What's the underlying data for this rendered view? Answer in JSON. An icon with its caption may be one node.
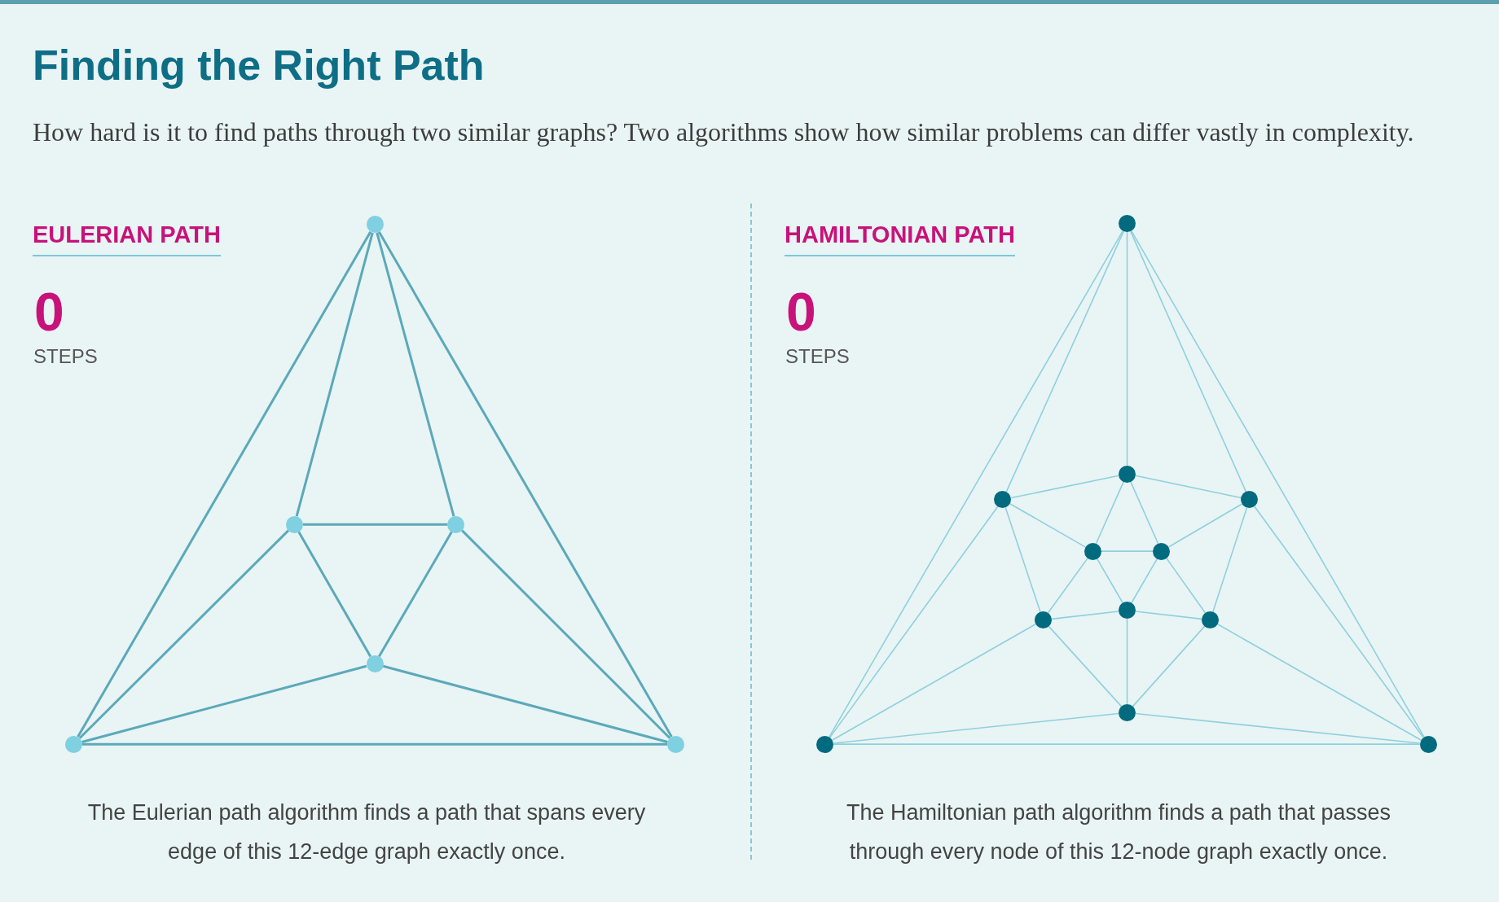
{
  "diagram": {
    "title": "Finding the Right Path",
    "caption": "How hard is it to find paths through two similar graphs? Two algorithms show how similar problems can differ vastly in complexity.",
    "nodes": [
      {
        "text": [],
        "shape": "circle"
      },
      {
        "text": [],
        "shape": "circle"
      },
      {
        "text": [],
        "shape": "circle"
      },
      {
        "text": [],
        "shape": "circle"
      },
      {
        "text": [],
        "shape": "circle"
      },
      {
        "text": [],
        "shape": "circle"
      },
      {
        "text": [],
        "shape": "circle"
      },
      {
        "text": [],
        "shape": "circle"
      },
      {
        "text": [],
        "shape": "circle"
      },
      {
        "text": [],
        "shape": "circle"
      },
      {
        "text": [],
        "shape": "circle"
      },
      {
        "text": [],
        "shape": "circle"
      },
      {
        "text": [],
        "shape": "circle"
      },
      {
        "text": [],
        "shape": "circle"
      },
      {
        "text": [],
        "shape": "circle"
      },
      {
        "text": [],
        "shape": "circle"
      },
      {
        "text": [],
        "shape": "circle"
      },
      {
        "text": [],
        "shape": "circle"
      }
    ],
    "edges": [
      {
        "from": 0,
        "to": 4,
        "arrow": "none",
        "color": "#5ba9b9"
      },
      {
        "from": 0,
        "to": 5,
        "arrow": "none",
        "color": "#5ba9b9"
      },
      {
        "from": 0,
        "to": 1,
        "arrow": "none",
        "color": "#5ba9b9"
      },
      {
        "from": 0,
        "to": 2,
        "arrow": "none",
        "color": "#5ba9b9"
      },
      {
        "from": 1,
        "to": 2,
        "arrow": "none",
        "color": "#5ba9b9"
      },
      {
        "from": 1,
        "to": 3,
        "arrow": "none",
        "color": "#5ba9b9"
      },
      {
        "from": 2,
        "to": 3,
        "arrow": "none",
        "color": "#5ba9b9"
      },
      {
        "from": 1,
        "to": 4,
        "arrow": "none",
        "color": "#5ba9b9"
      },
      {
        "from": 2,
        "to": 5,
        "arrow": "none",
        "color": "#5ba9b9"
      },
      {
        "from": 3,
        "to": 4,
        "arrow": "none",
        "color": "#5ba9b9"
      },
      {
        "from": 3,
        "to": 5,
        "arrow": "none",
        "color": "#5ba9b9"
      },
      {
        "from": 4,
        "to": 5,
        "arrow": "none",
        "color": "#5ba9b9"
      },
      {
        "from": 6,
        "to": 16,
        "arrow": "none"
      },
      {
        "from": 6,
        "to": 17,
        "arrow": "none"
      },
      {
        "from": 6,
        "to": 7,
        "arrow": "none"
      },
      {
        "from": 6,
        "to": 8,
        "arrow": "none"
      },
      {
        "from": 6,
        "to": 9,
        "arrow": "none"
      },
      {
        "from": 16,
        "to": 17,
        "arrow": "none"
      },
      {
        "from": 16,
        "to": 8,
        "arrow": "none"
      },
      {
        "from": 16,
        "to": 13,
        "arrow": "none"
      },
      {
        "from": 16,
        "to": 15,
        "arrow": "none"
      },
      {
        "from": 17,
        "to": 9,
        "arrow": "none"
      },
      {
        "from": 17,
        "to": 14,
        "arrow": "none"
      },
      {
        "from": 17,
        "to": 15,
        "arrow": "none"
      },
      {
        "from": 7,
        "to": 8,
        "arrow": "none"
      },
      {
        "from": 7,
        "to": 9,
        "arrow": "none"
      },
      {
        "from": 7,
        "to": 10,
        "arrow": "none"
      },
      {
        "from": 7,
        "to": 11,
        "arrow": "none"
      },
      {
        "from": 8,
        "to": 10,
        "arrow": "none"
      },
      {
        "from": 8,
        "to": 13,
        "arrow": "none"
      },
      {
        "from": 9,
        "to": 11,
        "arrow": "none"
      },
      {
        "from": 9,
        "to": 14,
        "arrow": "none"
      },
      {
        "from": 10,
        "to": 11,
        "arrow": "none"
      },
      {
        "from": 10,
        "to": 12,
        "arrow": "none"
      },
      {
        "from": 10,
        "to": 13,
        "arrow": "none"
      },
      {
        "from": 11,
        "to": 12,
        "arrow": "none"
      },
      {
        "from": 11,
        "to": 14,
        "arrow": "none"
      },
      {
        "from": 12,
        "to": 13,
        "arrow": "none"
      },
      {
        "from": 12,
        "to": 14,
        "arrow": "none"
      },
      {
        "from": 12,
        "to": 15,
        "arrow": "none"
      },
      {
        "from": 13,
        "to": 15,
        "arrow": "none"
      },
      {
        "from": 14,
        "to": 15,
        "arrow": "none"
      }
    ],
    "labels": [
      "EULERIAN PATH",
      "0",
      "STEPS",
      "The Eulerian path algorithm finds a path that spans every edge of this 12-edge graph exactly once.",
      "HAMILTONIAN PATH",
      "0",
      "STEPS",
      "The Hamiltonian path algorithm finds a path that passes through every node of this 12-node graph exactly once."
    ]
  }
}
